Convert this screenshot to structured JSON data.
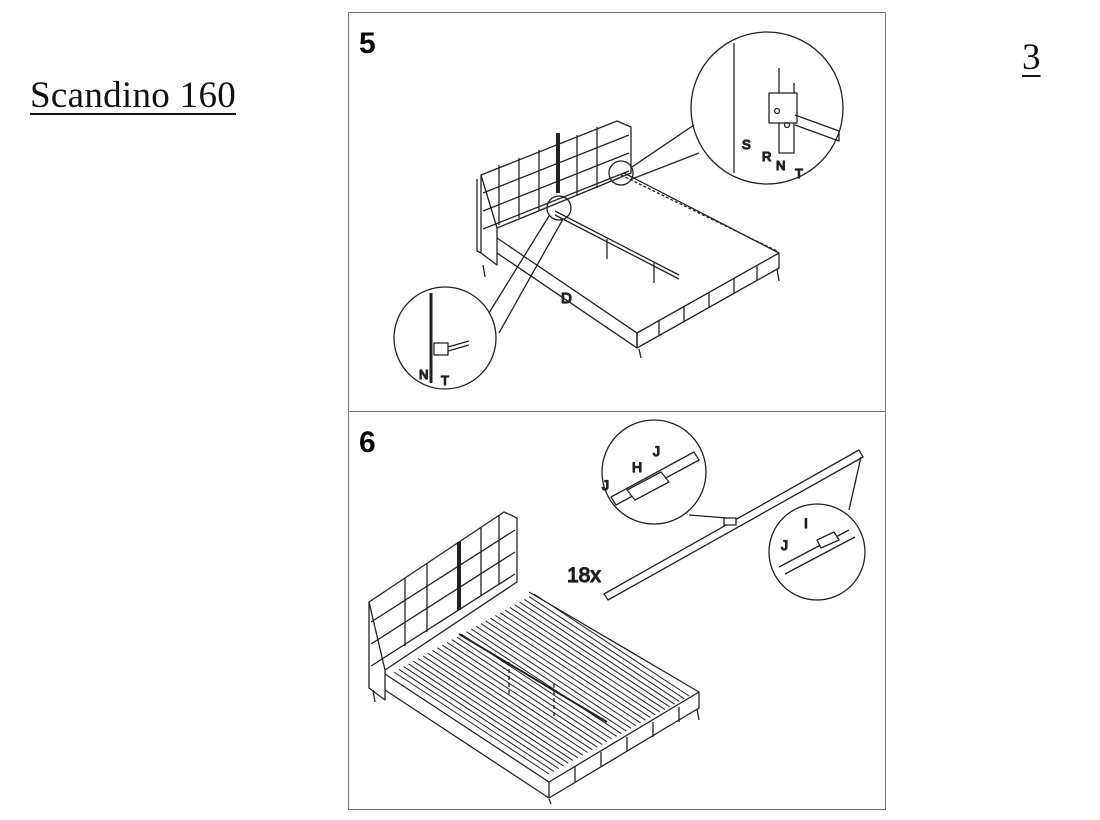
{
  "header": {
    "product_title": "Scandino 160",
    "page_number": "3"
  },
  "steps": [
    {
      "number": "5",
      "labels": {
        "side_rail": "D",
        "detail_top": [
          "S",
          "R",
          "N",
          "T"
        ],
        "detail_bottom": [
          "N",
          "T"
        ]
      }
    },
    {
      "number": "6",
      "labels": {
        "quantity": "18x",
        "detail_top": [
          "J",
          "H",
          "J"
        ],
        "detail_bottom": [
          "J",
          "I"
        ]
      }
    }
  ]
}
